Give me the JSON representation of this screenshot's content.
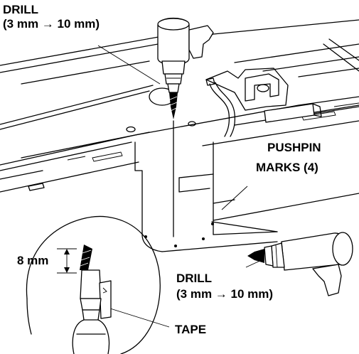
{
  "labels": {
    "drill_top_line1": "DRILL",
    "drill_top_line2": "(3 mm → 10 mm)",
    "pushpin_line1": "PUSHPIN",
    "pushpin_line2": "MARKS (4)",
    "depth": "8 mm",
    "drill_bottom_line1": "DRILL",
    "drill_bottom_line2": "(3 mm → 10 mm)",
    "tape": "TAPE"
  }
}
